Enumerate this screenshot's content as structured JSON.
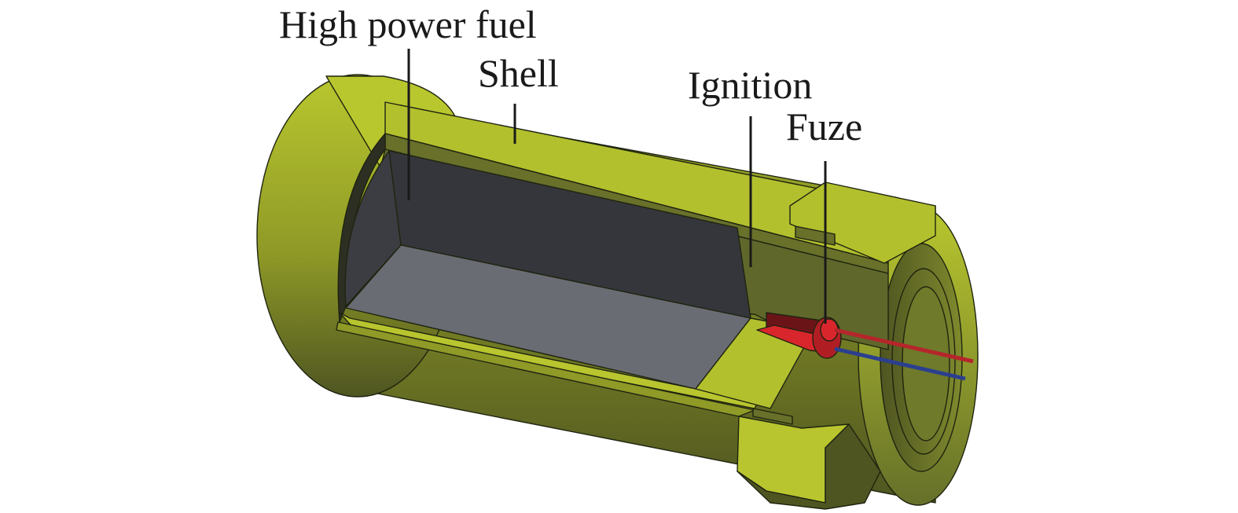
{
  "labels": {
    "fuel": "High power fuel",
    "shell": "Shell",
    "ignition": "Ignition",
    "fuze": "Fuze"
  },
  "colors": {
    "shell_light": "#b9c72e",
    "shell_mid": "#a3b028",
    "shell_dark": "#68702a",
    "shell_deep": "#4f5521",
    "fuel_dark": "#35363b",
    "fuel_light": "#696c73",
    "fuze_red": "#d9262c",
    "fuze_dark_red": "#6b1418",
    "wire_blue": "#2b3f8f"
  }
}
